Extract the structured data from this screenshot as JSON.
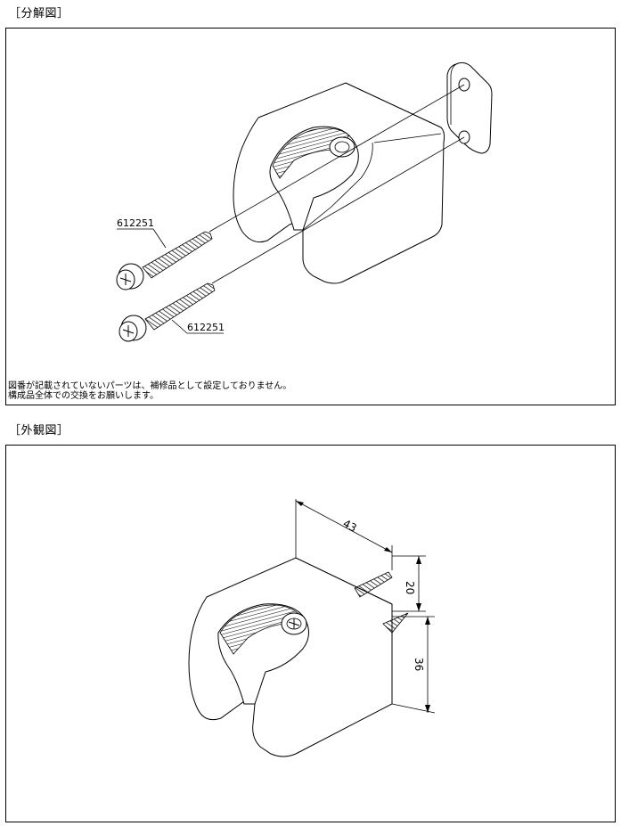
{
  "exploded": {
    "title": "［分解図］",
    "part_label_upper": "612251",
    "part_label_lower": "612251",
    "note_line1": "図番が記載されていないパーツは、補修品として設定しておりません。",
    "note_line2": "構成品全体での交換をお願いします。"
  },
  "exterior": {
    "title": "［外観図］",
    "dim_width": "43",
    "dim_height_small": "20",
    "dim_height_large": "36"
  }
}
